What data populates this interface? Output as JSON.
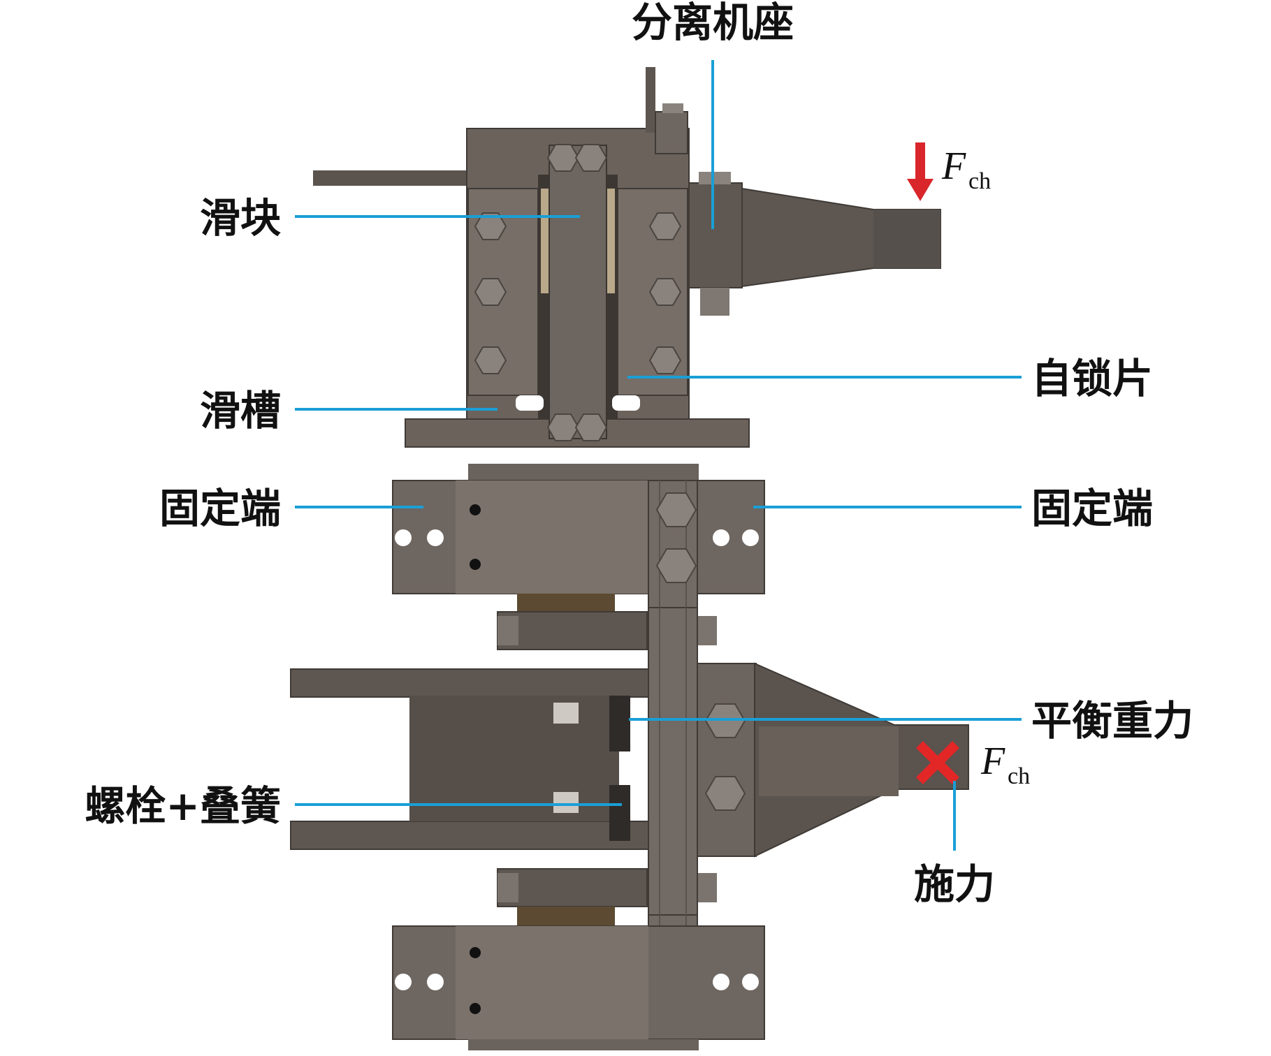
{
  "labels": {
    "separation_base": "分离机座",
    "slider": "滑块",
    "slide_slot": "滑槽",
    "self_lock_plate": "自锁片",
    "fixed_end_left": "固定端",
    "fixed_end_right": "固定端",
    "counterweight": "平衡重力",
    "bolt_spring": "螺栓+叠簧",
    "apply_force": "施力"
  },
  "force_top": {
    "symbol": "F",
    "subscript": "ch"
  },
  "force_bottom": {
    "symbol": "F",
    "subscript": "ch"
  },
  "colors": {
    "leader": "#1a9fd6",
    "steel": "#6b625c",
    "steel_dark": "#4f4843",
    "steel_light": "#827a73",
    "arrow": "#d9262b",
    "cross": "#e32626"
  }
}
